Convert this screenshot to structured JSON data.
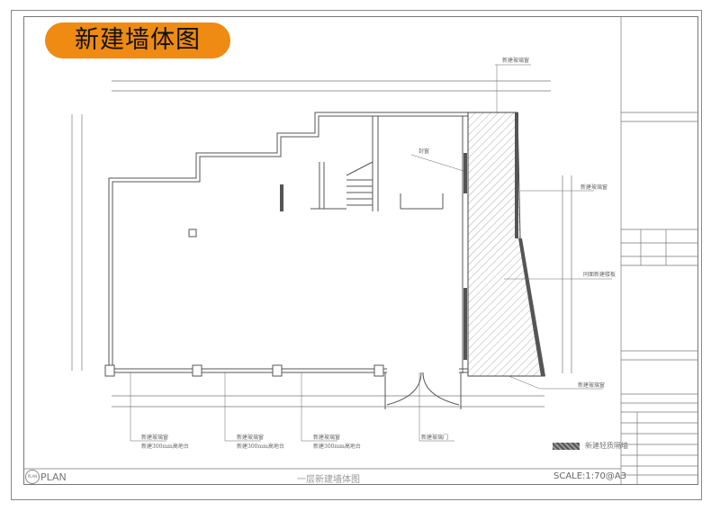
{
  "heading": "新建墙体图",
  "drawing_title": "一层新建墙体图",
  "plan_logo": "PLAN",
  "plan_label": "PLAN",
  "scale": "SCALE:1:70@A3",
  "legend": {
    "label": "新建轻质隔墙"
  },
  "annotations": {
    "top_window": "新建玻璃窗",
    "seal_window": "封窗",
    "right_window": "新建玻璃窗",
    "floor_slab": "同面新建楼板",
    "bottom_right_window": "新建玻璃窗",
    "window_1": "新建玻璃窗",
    "platform_1": "新建300mm高地台",
    "window_2": "新建玻璃窗",
    "platform_2": "新建300mm高地台",
    "window_3": "新建玻璃窗",
    "platform_3": "新建300mm高地台",
    "door": "新建玻璃门"
  },
  "colors": {
    "heading_bg": "#ef8a13",
    "line": "#555555"
  }
}
